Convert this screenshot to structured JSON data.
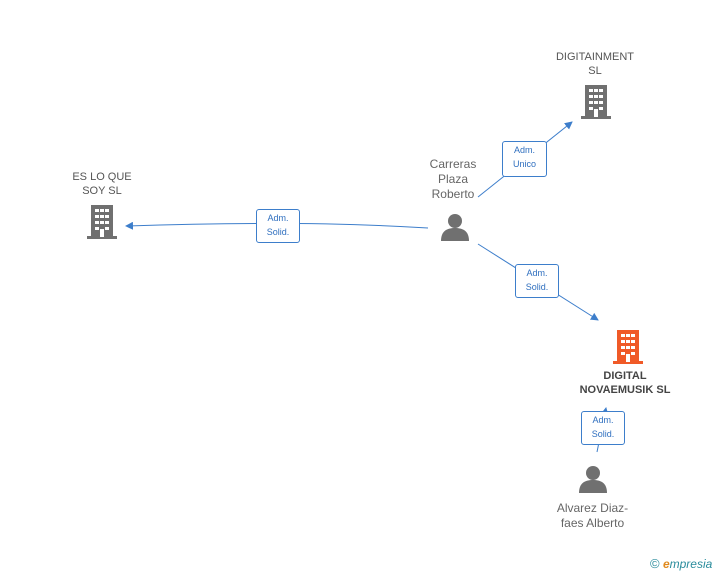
{
  "nodes": {
    "digitainment": {
      "label": "DIGITAINMENT\nSL",
      "type": "company-gray"
    },
    "es_lo_que_soy": {
      "label": "ES LO QUE\nSOY  SL",
      "type": "company-gray"
    },
    "digital_novaemusik": {
      "label": "DIGITAL\nNOVAEMUSIK SL",
      "type": "company-orange"
    },
    "carreras": {
      "label": "Carreras\nPlaza\nRoberto",
      "type": "person"
    },
    "alvarez": {
      "label": "Alvarez Diaz-\nfaes Alberto",
      "type": "person"
    }
  },
  "edges": {
    "to_digitainment": "Adm.\nUnico",
    "to_es_lo_que_soy": "Adm.\nSolid.",
    "to_digital": "Adm.\nSolid.",
    "alvarez_to_digital": "Adm.\nSolid."
  },
  "colors": {
    "edge": "#3d7ecb",
    "company_gray": "#707070",
    "company_orange": "#f05a28",
    "person": "#707070"
  },
  "brand": {
    "symbol": "©",
    "e": "e",
    "rest": "mpresia"
  }
}
